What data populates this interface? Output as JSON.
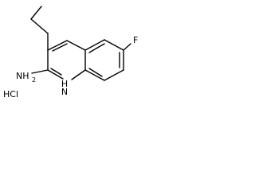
{
  "molecule": {
    "labels": {
      "fluorine": "F",
      "amine": "NH",
      "amine_h_count": "2",
      "ring_nh": "NH",
      "ring_nh_h": "H",
      "ring_n": "N",
      "salt": "HCl"
    },
    "colors": {
      "bond": "#000000",
      "label": "#000000"
    }
  }
}
